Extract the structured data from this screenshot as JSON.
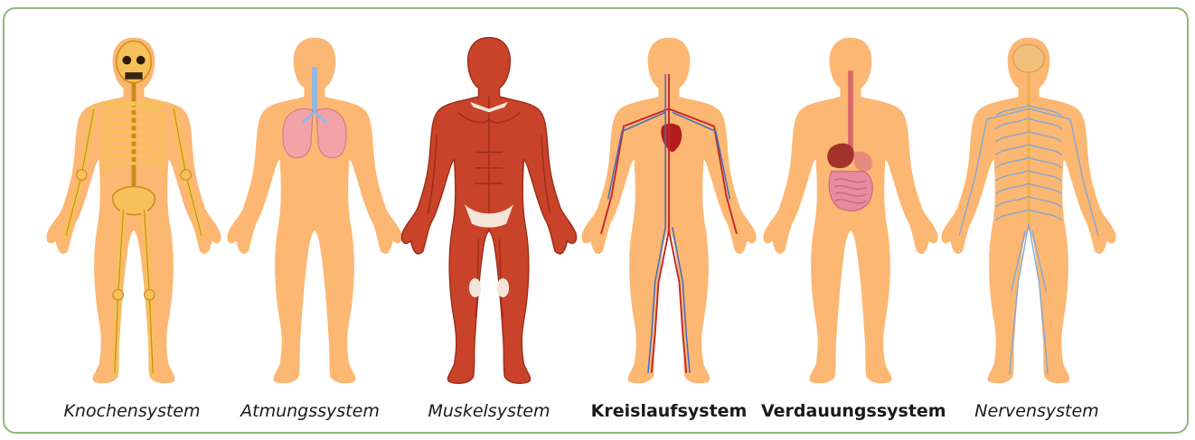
{
  "figures": [
    {
      "label": "Knochensystem",
      "style": "italic",
      "overlay": "skeleton"
    },
    {
      "label": "Atmungssystem",
      "style": "italic",
      "overlay": "lungs"
    },
    {
      "label": "Muskelsystem",
      "style": "italic",
      "overlay": "muscles"
    },
    {
      "label": "Kreislaufsystem",
      "style": "bold",
      "overlay": "circulation"
    },
    {
      "label": "Verdauungssystem",
      "style": "bold",
      "overlay": "digestion"
    },
    {
      "label": "Nervensystem",
      "style": "italic",
      "overlay": "nerves"
    }
  ],
  "colors": {
    "frame_border": "#8db87c",
    "body_fill": "#fcb772",
    "bone": "#f6c15a",
    "bone_outline": "#c98a1e",
    "lung": "#f2a3a8",
    "airway": "#8fb9e6",
    "muscle": "#c9432a",
    "muscle_dark": "#9e2d19",
    "tendon": "#f3e6d8",
    "artery": "#c22a2a",
    "vein": "#3f6fc4",
    "heart": "#b31d1d",
    "gut": "#e98aa0",
    "liver": "#a2332a",
    "esophagus": "#d86a6a",
    "nerve": "#7fa7d8",
    "brain": "#f0c07c"
  }
}
